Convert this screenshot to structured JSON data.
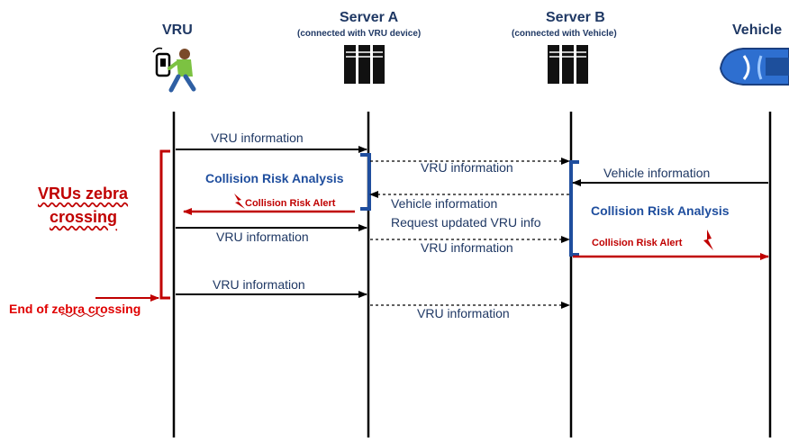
{
  "actors": {
    "vru": {
      "name": "VRU"
    },
    "server_a": {
      "name": "Server A",
      "subtitle": "(connected with VRU device)"
    },
    "server_b": {
      "name": "Server B",
      "subtitle": "(connected with Vehicle)"
    },
    "vehicle": {
      "name": "Vehicle"
    }
  },
  "messages": {
    "m1": "VRU information",
    "m2": "VRU information",
    "m3": "Vehicle information",
    "m4": "Vehicle information",
    "m5": "Request updated VRU info",
    "m6": "VRU information",
    "m7": "VRU information",
    "m8": "VRU information",
    "m9": "VRU information"
  },
  "analysis": {
    "server_a": "Collision Risk Analysis",
    "server_b": "Collision Risk Analysis"
  },
  "alerts": {
    "to_vru": "Collision Risk Alert",
    "to_vehicle": "Collision Risk Alert"
  },
  "annotations": {
    "zebra_line1": "VRUs zebra",
    "zebra_line2": "crossing",
    "end_zebra": "End of zebra crossing"
  },
  "icons": {
    "vru": "person-with-phone-icon",
    "server_a": "server-rack-icon",
    "server_b": "server-rack-icon",
    "vehicle": "car-icon",
    "alert": "lightning-icon"
  },
  "colors": {
    "lifeline": "#000000",
    "text_blue": "#1f3864",
    "analysis_blue": "#1f4e9e",
    "alert_red": "#c00000"
  }
}
